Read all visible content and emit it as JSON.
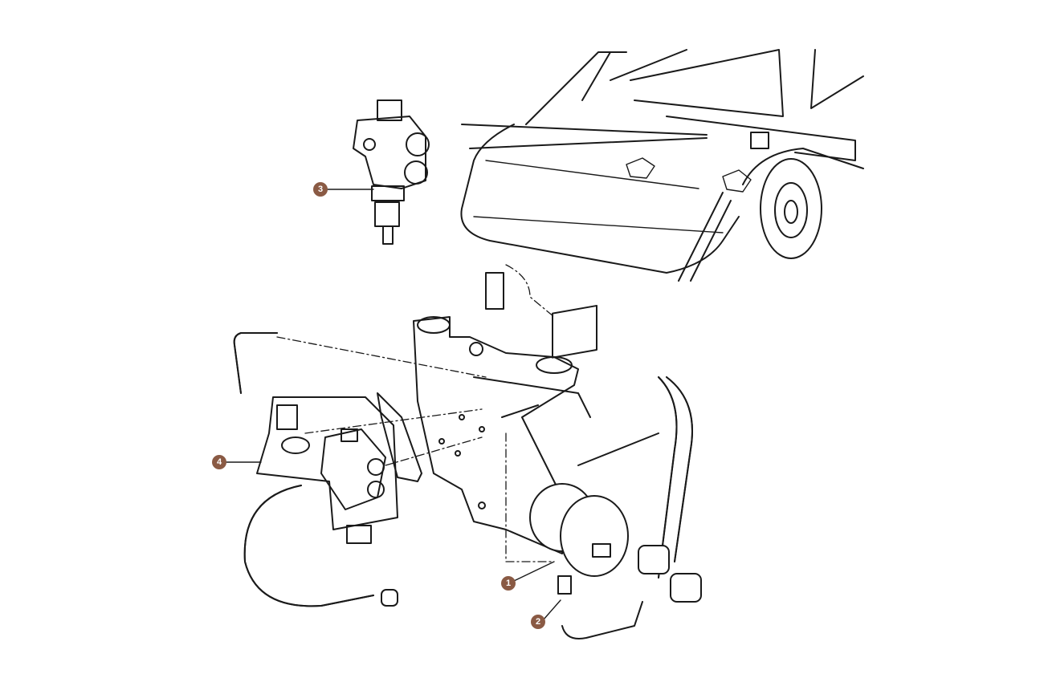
{
  "diagram": {
    "line_color": "#1a1a1a",
    "callout_color": "#8a5a44",
    "callouts": [
      {
        "label": "1"
      },
      {
        "label": "2"
      },
      {
        "label": "3"
      },
      {
        "label": "4"
      }
    ]
  }
}
